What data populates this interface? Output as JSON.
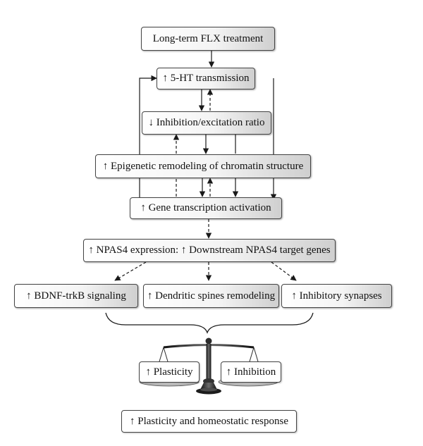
{
  "nodes": {
    "fxl_treatment": "Long-term FLX treatment",
    "ht_transmission": "↑ 5-HT transmission",
    "inhibition_ratio": "↓ Inhibition/excitation ratio",
    "epigenetic": "↑ Epigenetic remodeling of chromatin structure",
    "gene_transcription": "↑ Gene transcription activation",
    "npas4": "↑ NPAS4 expression: ↑ Downstream NPAS4 target genes",
    "bdnf": "↑ BDNF-trkB signaling",
    "dendritic": "↑ Dendritic spines remodeling",
    "inhibitory_synapses": "↑ Inhibitory synapses",
    "plasticity": "↑ Plasticity",
    "inhibition": "↑ Inhibition",
    "final": "↑ Plasticity and homeostatic response"
  },
  "colors": {
    "line": "#1a1a1a",
    "box_border": "#444444",
    "scale_metal": "#2b2b2b"
  },
  "icons": {
    "balance": "balance-scale-icon"
  }
}
